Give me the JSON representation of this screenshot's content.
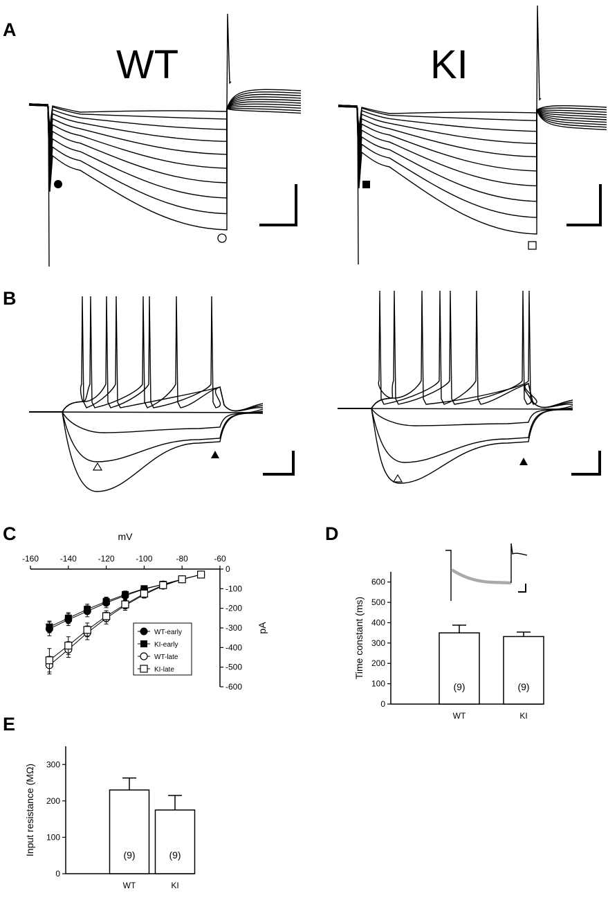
{
  "panels": {
    "a": "A",
    "b": "B",
    "c": "C",
    "d": "D",
    "e": "E"
  },
  "traces": {
    "wt_title": "WT",
    "ki_title": "KI"
  },
  "chart_data": [
    {
      "type": "line",
      "panel": "C",
      "xlabel": "mV",
      "ylabel": "pA",
      "xlim": [
        -160,
        -60
      ],
      "ylim": [
        -600,
        0
      ],
      "x_ticks": [
        -160,
        -140,
        -120,
        -100,
        -80,
        -60
      ],
      "y_ticks": [
        0,
        -100,
        -200,
        -300,
        -400,
        -500,
        -600
      ],
      "legend_position": "bottom-right",
      "series": [
        {
          "name": "WT-early",
          "marker": "filled-circle",
          "x": [
            -150,
            -140,
            -130,
            -120,
            -110,
            -100,
            -90,
            -80,
            -70
          ],
          "y": [
            -305,
            -258,
            -215,
            -172,
            -135,
            -102,
            -78,
            -52,
            -28
          ],
          "err": [
            35,
            30,
            28,
            25,
            20,
            15,
            12,
            8,
            6
          ]
        },
        {
          "name": "KI-early",
          "marker": "filled-square",
          "x": [
            -150,
            -140,
            -130,
            -120,
            -110,
            -100,
            -90,
            -80,
            -70
          ],
          "y": [
            -295,
            -250,
            -205,
            -165,
            -130,
            -100,
            -78,
            -52,
            -28
          ],
          "err": [
            30,
            28,
            26,
            22,
            18,
            14,
            10,
            8,
            6
          ]
        },
        {
          "name": "WT-late",
          "marker": "open-circle",
          "x": [
            -150,
            -140,
            -130,
            -120,
            -110,
            -100,
            -90,
            -80,
            -70
          ],
          "y": [
            -490,
            -410,
            -325,
            -250,
            -185,
            -130,
            -85,
            -52,
            -28
          ],
          "err": [
            45,
            40,
            35,
            30,
            25,
            18,
            12,
            8,
            6
          ]
        },
        {
          "name": "KI-late",
          "marker": "open-square",
          "x": [
            -150,
            -140,
            -130,
            -120,
            -110,
            -100,
            -90,
            -80,
            -70
          ],
          "y": [
            -465,
            -390,
            -310,
            -240,
            -180,
            -125,
            -82,
            -52,
            -28
          ],
          "err": [
            60,
            45,
            35,
            28,
            22,
            16,
            12,
            8,
            6
          ]
        }
      ]
    },
    {
      "type": "bar",
      "panel": "D",
      "ylabel": "Time constant (ms)",
      "categories": [
        "WT",
        "KI"
      ],
      "values": [
        350,
        332
      ],
      "errors": [
        38,
        22
      ],
      "counts": [
        "(9)",
        "(9)"
      ],
      "ylim": [
        0,
        650
      ],
      "y_ticks": [
        0,
        100,
        200,
        300,
        400,
        500,
        600
      ]
    },
    {
      "type": "bar",
      "panel": "E",
      "ylabel": "Input resistance (MΩ)",
      "categories": [
        "WT",
        "KI"
      ],
      "values": [
        230,
        175
      ],
      "errors": [
        33,
        40
      ],
      "counts": [
        "(9)",
        "(9)"
      ],
      "ylim": [
        0,
        350
      ],
      "y_ticks": [
        0,
        100,
        200,
        300
      ]
    }
  ]
}
